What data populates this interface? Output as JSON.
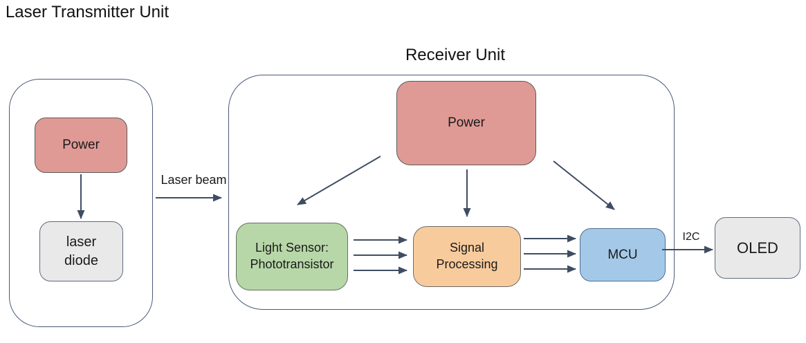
{
  "titles": {
    "transmitter": "Laser Transmitter Unit",
    "receiver": "Receiver Unit"
  },
  "transmitter": {
    "power": "Power",
    "laser_diode": "laser diode"
  },
  "receiver": {
    "power": "Power",
    "light_sensor": "Light Sensor: Phototransistor",
    "signal_processing": "Signal Processing",
    "mcu": "MCU"
  },
  "external": {
    "oled": "OLED"
  },
  "edge_labels": {
    "laser_beam": "Laser beam",
    "i2c": "I2C"
  },
  "colors": {
    "power_fill": "#e09a95",
    "green_fill": "#b7d7a8",
    "orange_fill": "#f8cb9d",
    "blue_fill": "#a4c9e8",
    "gray_fill": "#e9e9e9",
    "arrow": "#3f4d63",
    "container_border": "#4a5878"
  }
}
